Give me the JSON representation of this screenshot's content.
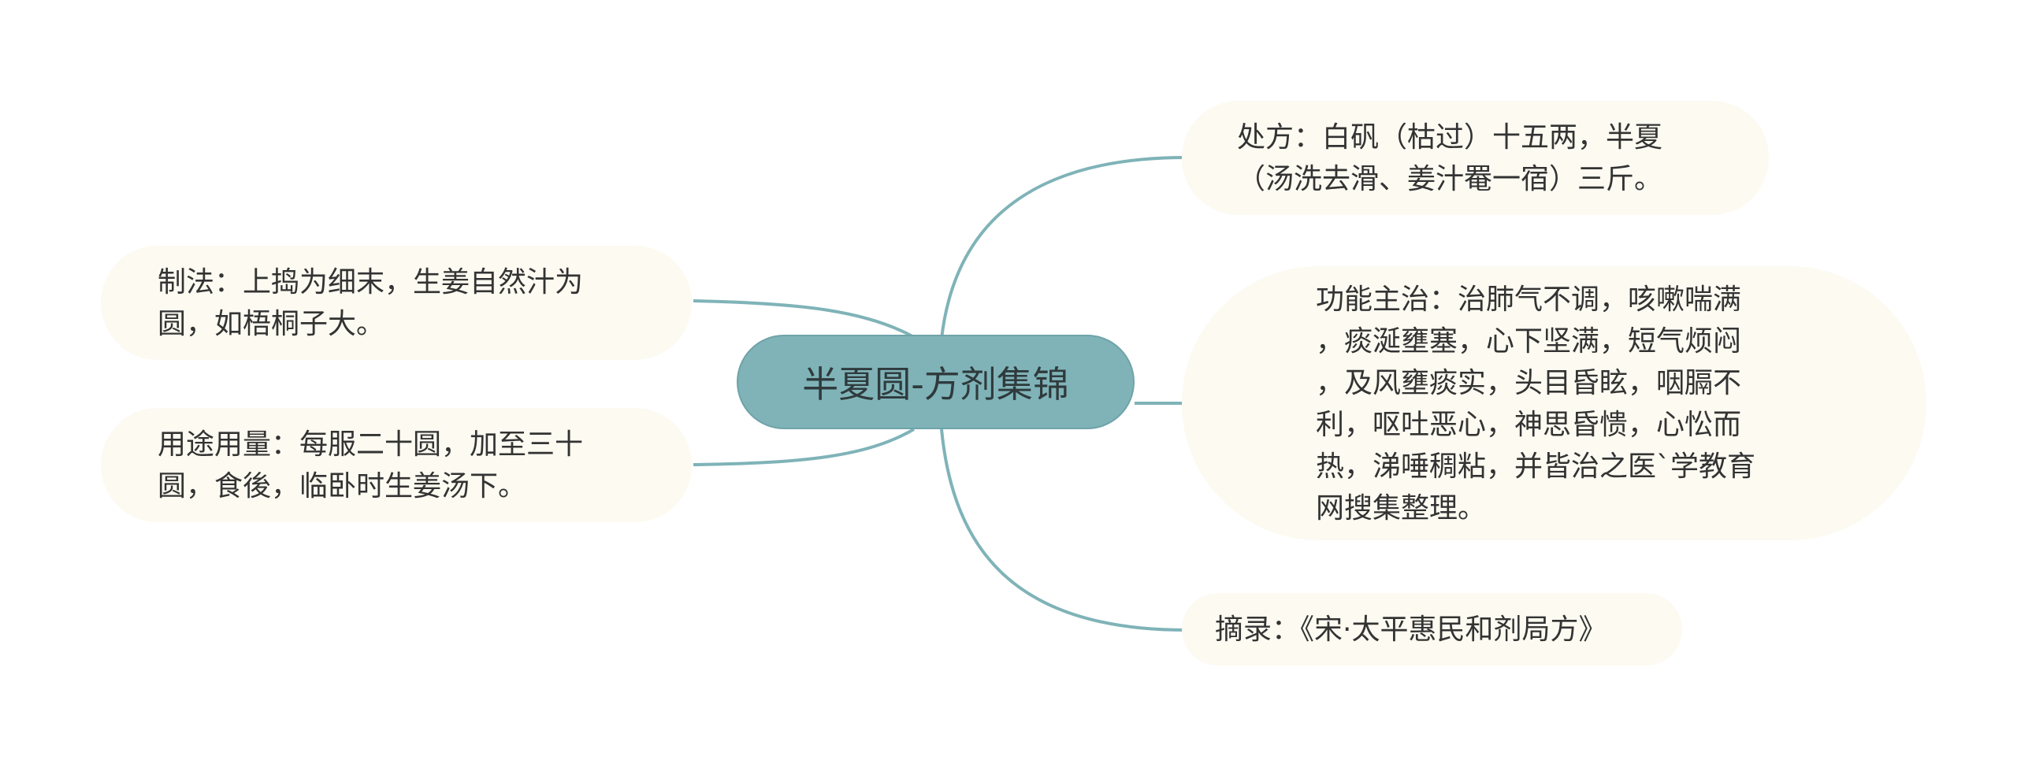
{
  "diagram": {
    "type": "mind-map",
    "colors": {
      "root_fill": "#7fb3b8",
      "branch_line": "#7fb3b8",
      "node_fill": "#fcfaf1",
      "text": "#333333"
    },
    "root": {
      "label": "半夏圆-方剂集锦"
    },
    "branches": [
      {
        "id": "prescription",
        "side": "right",
        "text": "处方：白矾（枯过）十五两，半夏\n（汤洗去滑、姜汁罨一宿）三斤。"
      },
      {
        "id": "indications",
        "side": "right",
        "text": "功能主治：治肺气不调，咳嗽喘满\n，痰涎壅塞，心下坚满，短气烦闷\n，及风壅痰实，头目昏眩，咽膈不\n利，呕吐恶心，神思昏愦，心忪而\n热，涕唾稠粘，并皆治之医`学教育\n网搜集整理。"
      },
      {
        "id": "source",
        "side": "right",
        "text": "摘录：《宋·太平惠民和剂局方》"
      },
      {
        "id": "preparation",
        "side": "left",
        "text": "制法：上捣为细末，生姜自然汁为\n圆，如梧桐子大。"
      },
      {
        "id": "dosage",
        "side": "left",
        "text": "用途用量：每服二十圆，加至三十\n圆，食後，临卧时生姜汤下。"
      }
    ]
  }
}
